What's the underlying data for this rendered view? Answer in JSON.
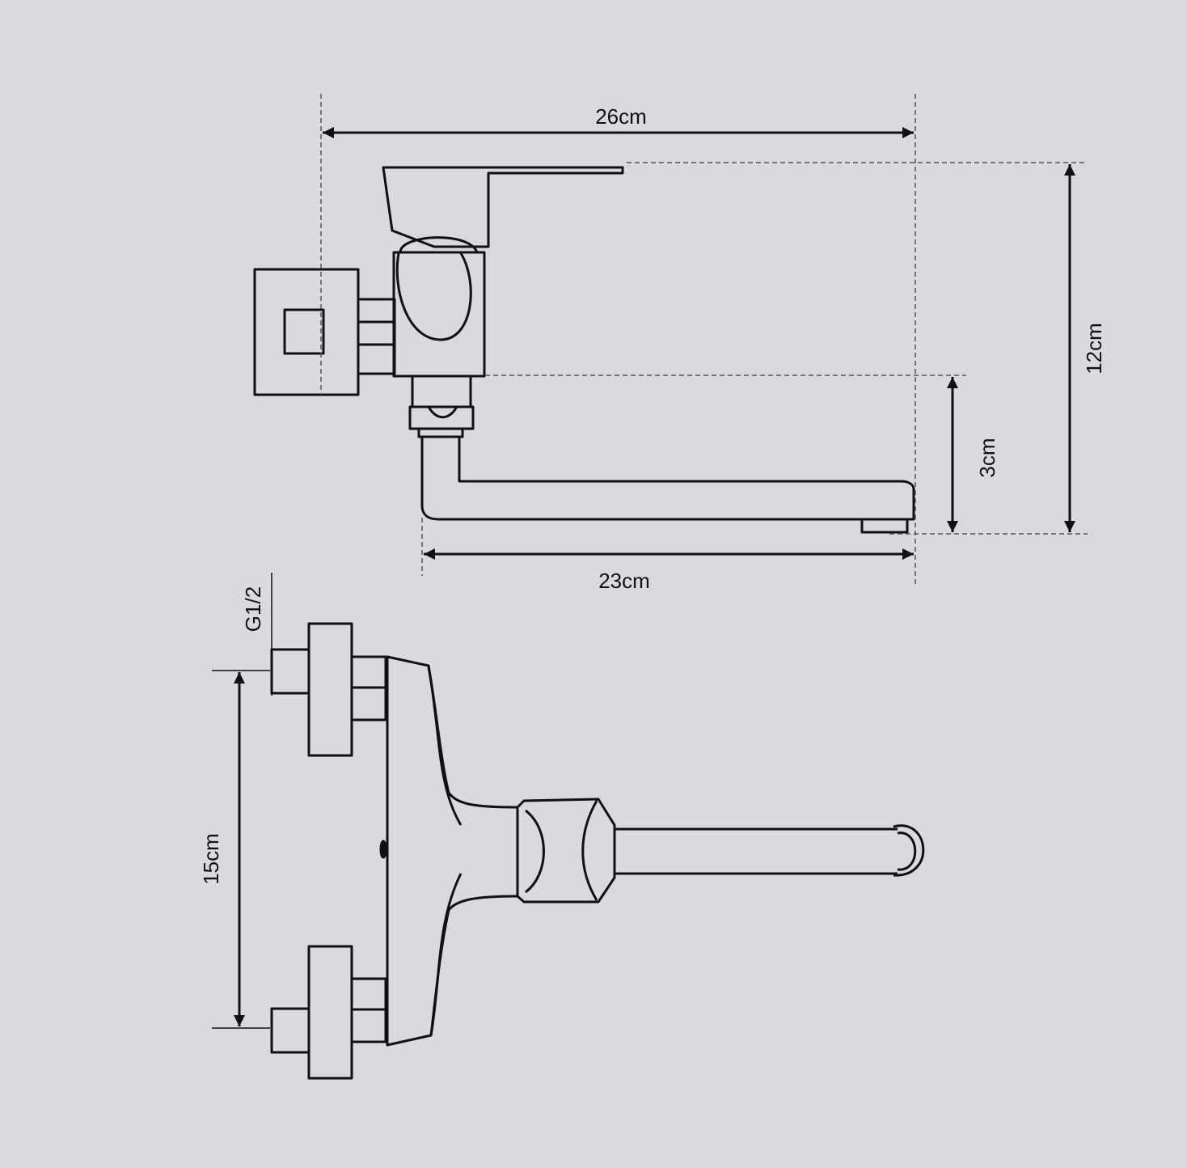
{
  "dimensions": {
    "overall_width": "26cm",
    "spout_length": "23cm",
    "total_height": "12cm",
    "spout_height": "3cm",
    "inlet_spacing": "15cm",
    "thread_size": "G1/2"
  },
  "colors": {
    "background": "#d9d9de",
    "line": "#111111",
    "dash": "#555555"
  }
}
